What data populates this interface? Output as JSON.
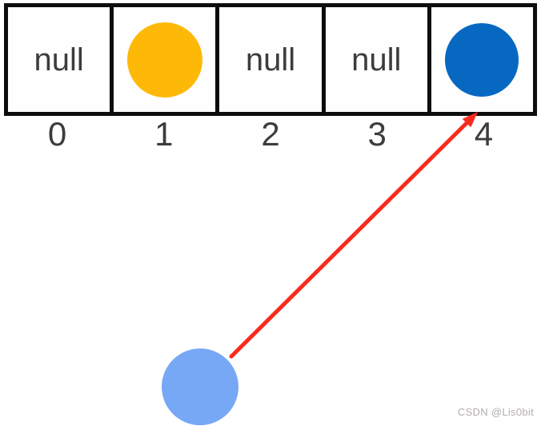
{
  "array": {
    "cells": [
      {
        "type": "null",
        "value": "null"
      },
      {
        "type": "ball",
        "ball": "yellow"
      },
      {
        "type": "null",
        "value": "null"
      },
      {
        "type": "null",
        "value": "null"
      },
      {
        "type": "ball",
        "ball": "blue"
      }
    ],
    "indices": [
      "0",
      "1",
      "2",
      "3",
      "4"
    ]
  },
  "arrow": {
    "from": "light-blue-ball",
    "points_to_index": "4"
  },
  "watermark": {
    "text": "CSDN @Lis0bit"
  },
  "colors": {
    "background": "#ffffff",
    "border": "#0d0d0d",
    "null_text": "#3c3c3c",
    "index_text": "#3c3c3c",
    "ball_yellow": "#feb908",
    "ball_blue": "#0768c1",
    "ball_light": "#77a8f6",
    "arrow_red": "#f92b1d",
    "watermark": "#b3acae"
  }
}
